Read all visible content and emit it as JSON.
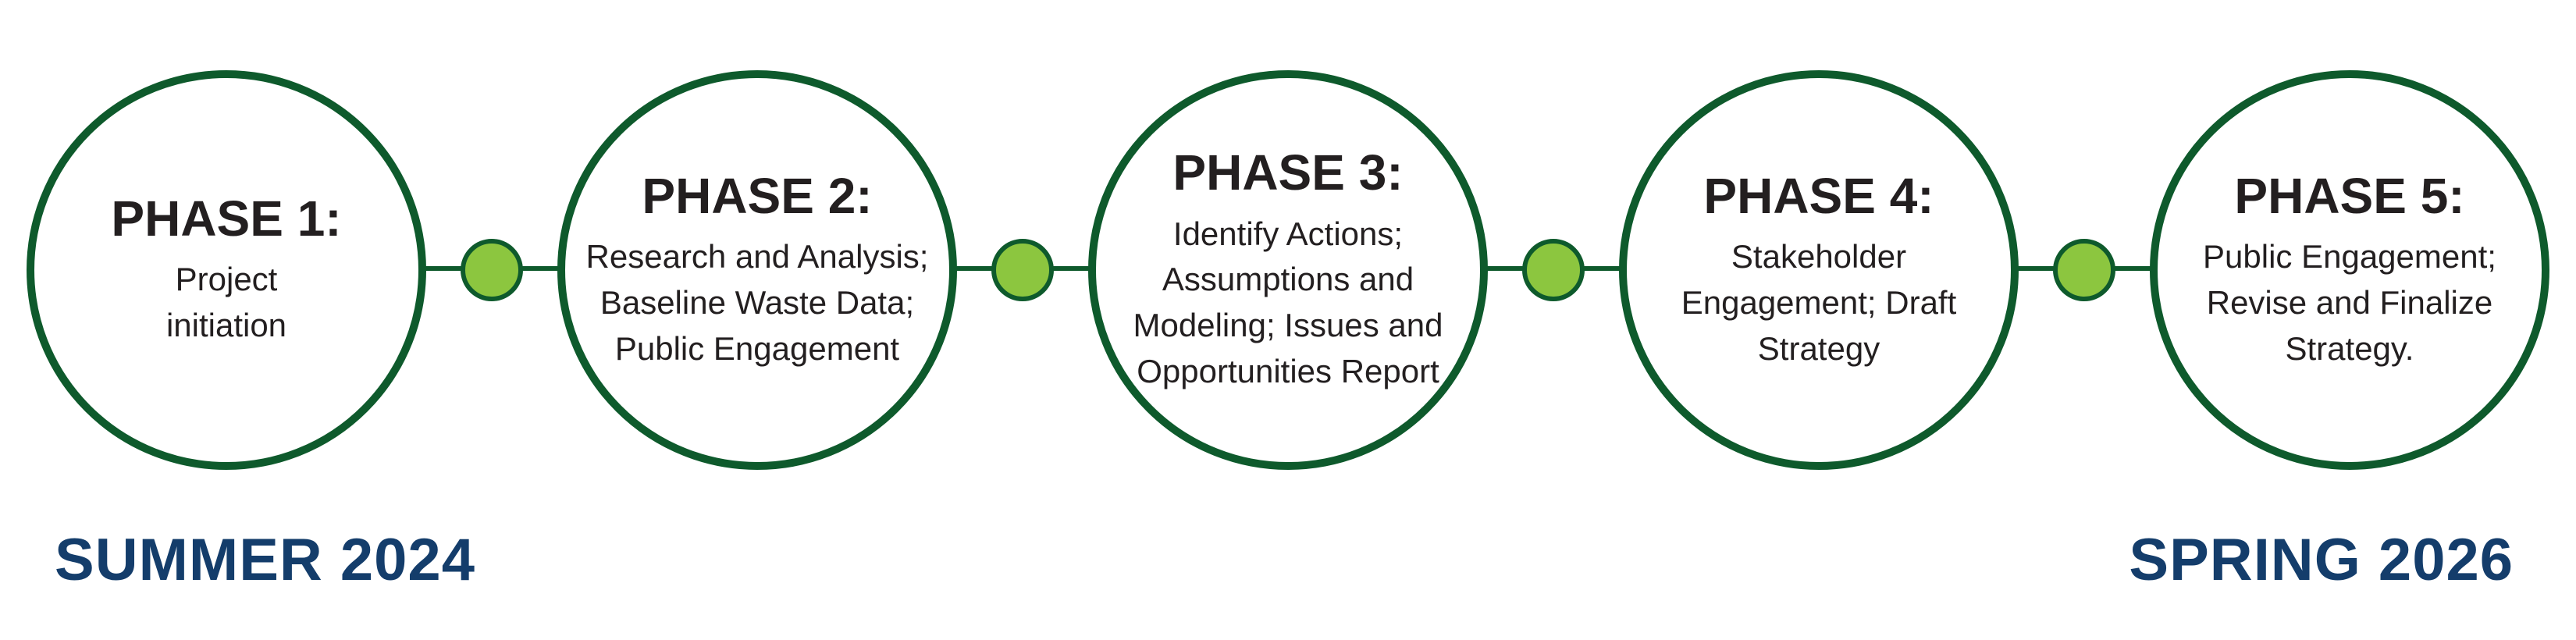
{
  "colors": {
    "circle_border": "#0e5a2c",
    "connector_dot_fill": "#8cc63f",
    "title_text": "#231f20",
    "date_text": "#143d6b"
  },
  "phases": [
    {
      "title": "PHASE 1:",
      "description": "Project\ninitiation"
    },
    {
      "title": "PHASE 2:",
      "description": "Research and Analysis;\nBaseline Waste Data;\nPublic Engagement"
    },
    {
      "title": "PHASE 3:",
      "description": "Identify Actions;\nAssumptions and\nModeling; Issues and\nOpportunities Report"
    },
    {
      "title": "PHASE 4:",
      "description": "Stakeholder\nEngagement; Draft\nStrategy"
    },
    {
      "title": "PHASE 5:",
      "description": "Public Engagement;\nRevise and Finalize\nStrategy."
    }
  ],
  "start_date": "SUMMER 2024",
  "end_date": "SPRING 2026"
}
